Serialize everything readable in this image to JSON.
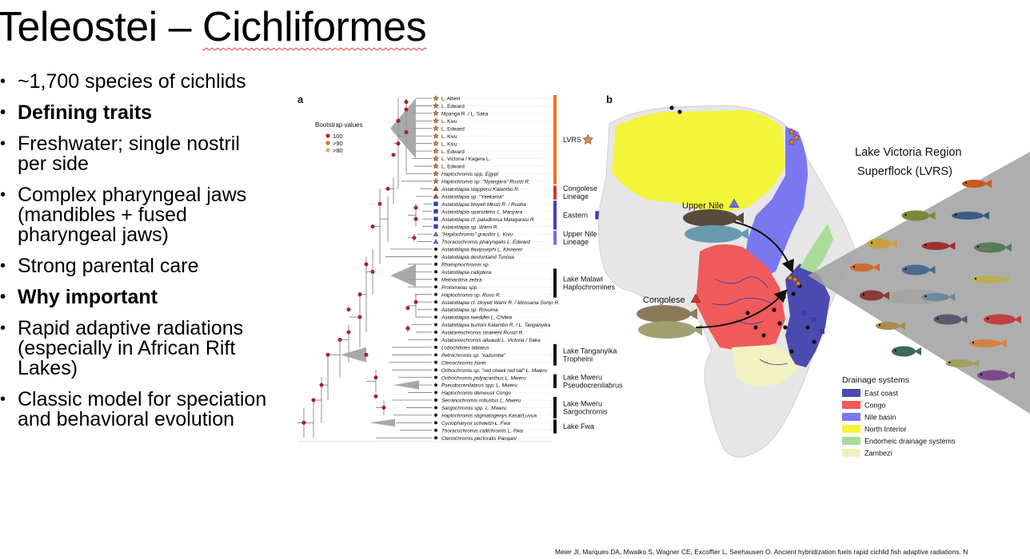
{
  "slide": {
    "title_prefix": "Teleostei – ",
    "title_underlined": "Cichliformes",
    "bullets": [
      {
        "text": "~1,700 species of cichlids",
        "bold": false
      },
      {
        "text": "Defining traits",
        "bold": true
      },
      {
        "text": "Freshwater; single nostril per side",
        "bold": false
      },
      {
        "text": "Complex pharyngeal jaws (mandibles + fused pharyngeal jaws)",
        "bold": false
      },
      {
        "text": "Strong parental care",
        "bold": false
      },
      {
        "text": "Why important",
        "bold": true
      },
      {
        "text": "Rapid adaptive radiations (especially in African Rift Lakes)",
        "bold": false
      },
      {
        "text": "Classic model for speciation and behavioral evolution",
        "bold": false
      }
    ],
    "citation_prefix": "Meier JI, Marques DA, ",
    "citation_wavy1": "Mwaiko",
    "citation_mid": " S, Wagner CE, ",
    "citation_wavy2": "Excoffier",
    "citation_suffix": " L, Seehausen O. Ancient hybridization fuels rapid cichlid fish adaptive radiations. N"
  },
  "figure": {
    "panel_a": "a",
    "panel_b": "b",
    "bootstrap_title": "Bootstrap values",
    "bootstrap_levels": [
      "100",
      ">90",
      ">80"
    ],
    "bootstrap_colors": [
      "#b5221c",
      "#d0703a",
      "#d8a860"
    ],
    "taxa": [
      {
        "name": "L. Albert",
        "marker": "star"
      },
      {
        "name": "L. Edward",
        "marker": "star"
      },
      {
        "name": "Mpanga R. / L. Saka",
        "marker": "star"
      },
      {
        "name": "L. Kivu",
        "marker": "star"
      },
      {
        "name": "L. Edward",
        "marker": "star"
      },
      {
        "name": "L. Kivu",
        "marker": "star"
      },
      {
        "name": "L. Kivu",
        "marker": "star"
      },
      {
        "name": "L. Edward",
        "marker": "star"
      },
      {
        "name": "L. Victoria / Kagera L.",
        "marker": "star"
      },
      {
        "name": "L. Edward",
        "marker": "star"
      },
      {
        "name": "Haplochromis spp. Egypt",
        "marker": "star"
      },
      {
        "name": "Haplochromis sp. \"Nyangara\" Rusizi R.",
        "marker": "star"
      },
      {
        "name": "Astatotilapia stappersi Kalambo R.",
        "marker": "tri-red"
      },
      {
        "name": "Astatotilapia sp. \"Yaekama\"",
        "marker": "tri-red"
      },
      {
        "name": "Astatotilapia bloyeti Mkuzi R. / Ruaha",
        "marker": "square"
      },
      {
        "name": "Astatotilapia sparsidens L. Manyara",
        "marker": "square"
      },
      {
        "name": "Astatotilapia cf. paludinosa Malagarasi R.",
        "marker": "square"
      },
      {
        "name": "Astatotilapia sp. Wami R.",
        "marker": "square"
      },
      {
        "name": "\"Haplochromis\" gracilior L. Kivu",
        "marker": "tri-blue"
      },
      {
        "name": "Thoracochromis pharyngalis L. Edward",
        "marker": "tri-blue"
      },
      {
        "name": "Astatotilapia flavijosephi L. Kinneret",
        "marker": "dot"
      },
      {
        "name": "Astatotilapia desfontainii Tunisia",
        "marker": "dot"
      },
      {
        "name": "Rhamphochromis sp.",
        "marker": "dot"
      },
      {
        "name": "Astatotilapia calliptera",
        "marker": "dot"
      },
      {
        "name": "Metriaclima zebra",
        "marker": "dot"
      },
      {
        "name": "Protomelas spp.",
        "marker": "dot"
      },
      {
        "name": "Haplochromis sp. Ruvu R.",
        "marker": "dot"
      },
      {
        "name": "Astatotilapia cf. bloyeti Wami R. / kilossana Sonjo R.",
        "marker": "dot"
      },
      {
        "name": "Astatotilapia sp. Rovuma",
        "marker": "dot"
      },
      {
        "name": "Astatotilapia tweddlei L. Chilwa",
        "marker": "dot"
      },
      {
        "name": "Astatotilapia burtoni Kalambo R. / L. Tanganyika",
        "marker": "dot"
      },
      {
        "name": "Astatoreochromis straeleni Rusizi R.",
        "marker": "dot"
      },
      {
        "name": "Astatoreochromis alluaudi L. Victoria / Saka",
        "marker": "dot"
      },
      {
        "name": "Lobochilotes labiatus",
        "marker": "dot"
      },
      {
        "name": "Petrochromis sp. \"kazumbe\"",
        "marker": "dot"
      },
      {
        "name": "Ctenochromis horei",
        "marker": "dot"
      },
      {
        "name": "Orthochromis sp. \"red cheek red tail\" L. Mweru",
        "marker": "dot"
      },
      {
        "name": "Orthochromis polyacanthus L. Mweru",
        "marker": "dot"
      },
      {
        "name": "Pseudocrenilabrus spp. L. Mweru",
        "marker": "dot"
      },
      {
        "name": "Haplochromis demeusii Congo",
        "marker": "dot"
      },
      {
        "name": "Serranochromis robustus L. Mweru",
        "marker": "dot"
      },
      {
        "name": "Sargochromis spp. L. Mweru",
        "marker": "dot"
      },
      {
        "name": "Haplochromis stigmatogenys Kasai/Luvua",
        "marker": "dot"
      },
      {
        "name": "Cyclopharynx schwetzi L. Fwa",
        "marker": "dot"
      },
      {
        "name": "Thoracochromis callichromis L. Fwa",
        "marker": "dot"
      },
      {
        "name": "Ctenochromis pectoralis Pangani",
        "marker": "dot"
      }
    ],
    "groups": [
      {
        "lines": [
          "LVRS"
        ],
        "color": "#f07020",
        "marker": "star"
      },
      {
        "lines": [
          "Congolese",
          "Lineage"
        ],
        "color": "#e03030",
        "marker": "tri-red"
      },
      {
        "lines": [
          "Eastern"
        ],
        "color": "#4040b8",
        "marker": "square"
      },
      {
        "lines": [
          "Upper Nile",
          "Lineage"
        ],
        "color": "#7070e8",
        "marker": "tri-blue"
      },
      {
        "lines": [
          "Lake Malawi",
          "Haplochromines"
        ],
        "color": "#111111",
        "marker": ""
      },
      {
        "lines": [
          "Lake Tanganyika",
          "Tropheini"
        ],
        "color": "#111111",
        "marker": ""
      },
      {
        "lines": [
          "Lake Mweru",
          "Pseudocrenilabrus"
        ],
        "color": "#111111",
        "marker": ""
      },
      {
        "lines": [
          "Lake Mweru",
          "Sargochromis"
        ],
        "color": "#111111",
        "marker": ""
      },
      {
        "lines": [
          "Lake Fwa"
        ],
        "color": "#111111",
        "marker": ""
      }
    ],
    "map": {
      "lvrs_title": [
        "Lake Victoria Region",
        "Superflock (LVRS)"
      ],
      "upper_nile_label": "Upper Nile",
      "congolese_label": "Congolese",
      "legend_title": "Drainage systems",
      "legend": [
        {
          "label": "East coast",
          "color": "#4a4ab0"
        },
        {
          "label": "Congo",
          "color": "#f05a5a"
        },
        {
          "label": "Nile basin",
          "color": "#7a78f0"
        },
        {
          "label": "North Interior",
          "color": "#f4f43a"
        },
        {
          "label": "Endorheic drainage systems",
          "color": "#a8dc98"
        },
        {
          "label": "Zambezi",
          "color": "#f2f2c0"
        }
      ]
    }
  }
}
